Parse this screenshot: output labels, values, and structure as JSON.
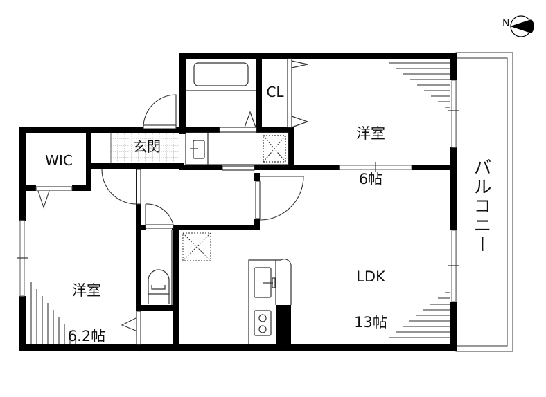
{
  "compass": {
    "label": "N",
    "direction": "west"
  },
  "rooms": {
    "western_room_1": {
      "name": "洋室",
      "size": "6帖"
    },
    "western_room_2": {
      "name": "洋室",
      "size": "6.2帖"
    },
    "ldk": {
      "name": "LDK",
      "size": "13帖"
    },
    "wic": {
      "name": "WIC"
    },
    "closet": {
      "name": "CL"
    },
    "entrance": {
      "name": "玄関"
    },
    "balcony": {
      "name": "バルコニー"
    }
  },
  "colors": {
    "wall": "#000000",
    "line": "#444444",
    "window": "#888888",
    "background": "#ffffff"
  }
}
